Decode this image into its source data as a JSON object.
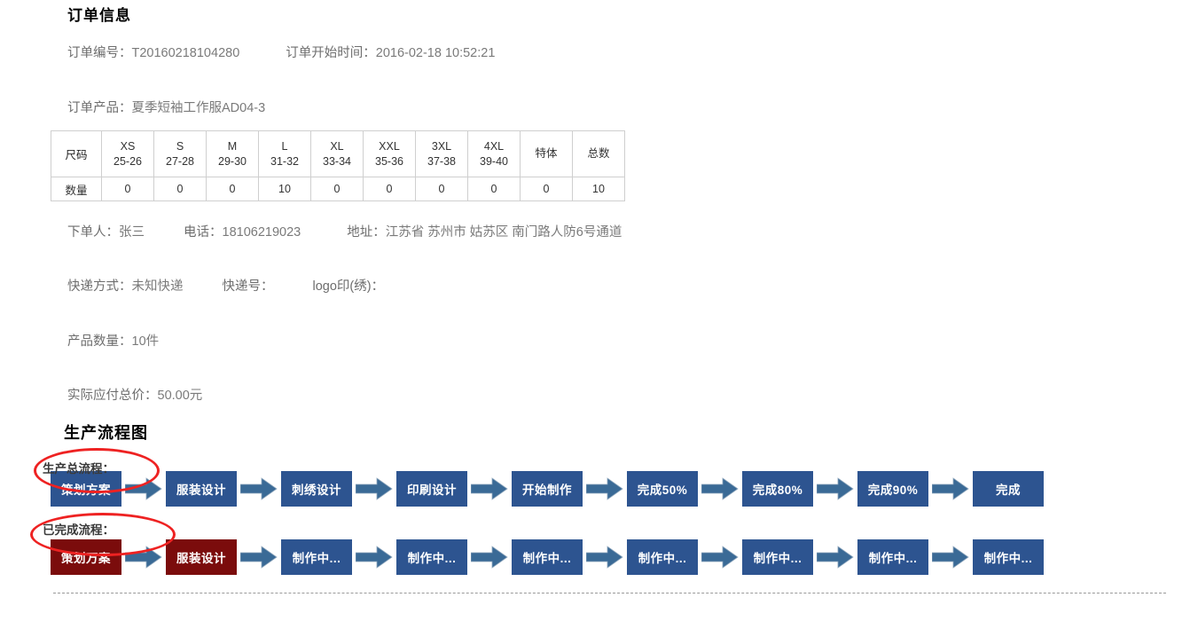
{
  "order_info": {
    "title": "订单信息",
    "order_number_label": "订单编号：",
    "order_number": "T20160218104280",
    "order_time_label": "订单开始时间：",
    "order_time": "2016-02-18 10:52:21",
    "product_label": "订单产品：",
    "product": "夏季短袖工作服AD04-3",
    "buyer_label": "下单人：",
    "buyer": "张三",
    "phone_label": "电话：",
    "phone": "18106219023",
    "address_label": "地址：",
    "address": "江苏省 苏州市 姑苏区 南门路人防6号通道",
    "express_label": "快递方式：",
    "express": "未知快递",
    "express_no_label": "快递号：",
    "express_no": "",
    "logo_print_label": "logo印(绣)：",
    "logo_print": "",
    "quantity_label": "产品数量：",
    "quantity": "10件",
    "price_label": "实际应付总价：",
    "price": "50.00元"
  },
  "size_table": {
    "row_label_size": "尺码",
    "row_label_qty": "数量",
    "columns": [
      {
        "size": "XS",
        "range": "25-26",
        "qty": "0"
      },
      {
        "size": "S",
        "range": "27-28",
        "qty": "0"
      },
      {
        "size": "M",
        "range": "29-30",
        "qty": "0"
      },
      {
        "size": "L",
        "range": "31-32",
        "qty": "10"
      },
      {
        "size": "XL",
        "range": "33-34",
        "qty": "0"
      },
      {
        "size": "XXL",
        "range": "35-36",
        "qty": "0"
      },
      {
        "size": "3XL",
        "range": "37-38",
        "qty": "0"
      },
      {
        "size": "4XL",
        "range": "39-40",
        "qty": "0"
      }
    ],
    "special_label": "特体",
    "special_qty": "0",
    "total_label": "总数",
    "total_qty": "10"
  },
  "flow": {
    "title": "生产流程图",
    "total_label": "生产总流程：",
    "done_label": "已完成流程：",
    "colors": {
      "node_blue": "#2d5490",
      "node_maroon": "#7b0c0c",
      "arrow": "#3a6a96",
      "annotation_red": "#ee2222"
    },
    "total_steps": [
      {
        "label": "策划方案",
        "state": "pending"
      },
      {
        "label": "服装设计",
        "state": "pending"
      },
      {
        "label": "刺绣设计",
        "state": "pending"
      },
      {
        "label": "印刷设计",
        "state": "pending"
      },
      {
        "label": "开始制作",
        "state": "pending"
      },
      {
        "label": "完成50%",
        "state": "pending"
      },
      {
        "label": "完成80%",
        "state": "pending"
      },
      {
        "label": "完成90%",
        "state": "pending"
      },
      {
        "label": "完成",
        "state": "pending"
      }
    ],
    "done_steps": [
      {
        "label": "策划万案",
        "state": "done"
      },
      {
        "label": "服装设计",
        "state": "done"
      },
      {
        "label": "制作中...",
        "state": "pending"
      },
      {
        "label": "制作中...",
        "state": "pending"
      },
      {
        "label": "制作中...",
        "state": "pending"
      },
      {
        "label": "制作中...",
        "state": "pending"
      },
      {
        "label": "制作中...",
        "state": "pending"
      },
      {
        "label": "制作中...",
        "state": "pending"
      },
      {
        "label": "制作中...",
        "state": "pending"
      }
    ]
  }
}
